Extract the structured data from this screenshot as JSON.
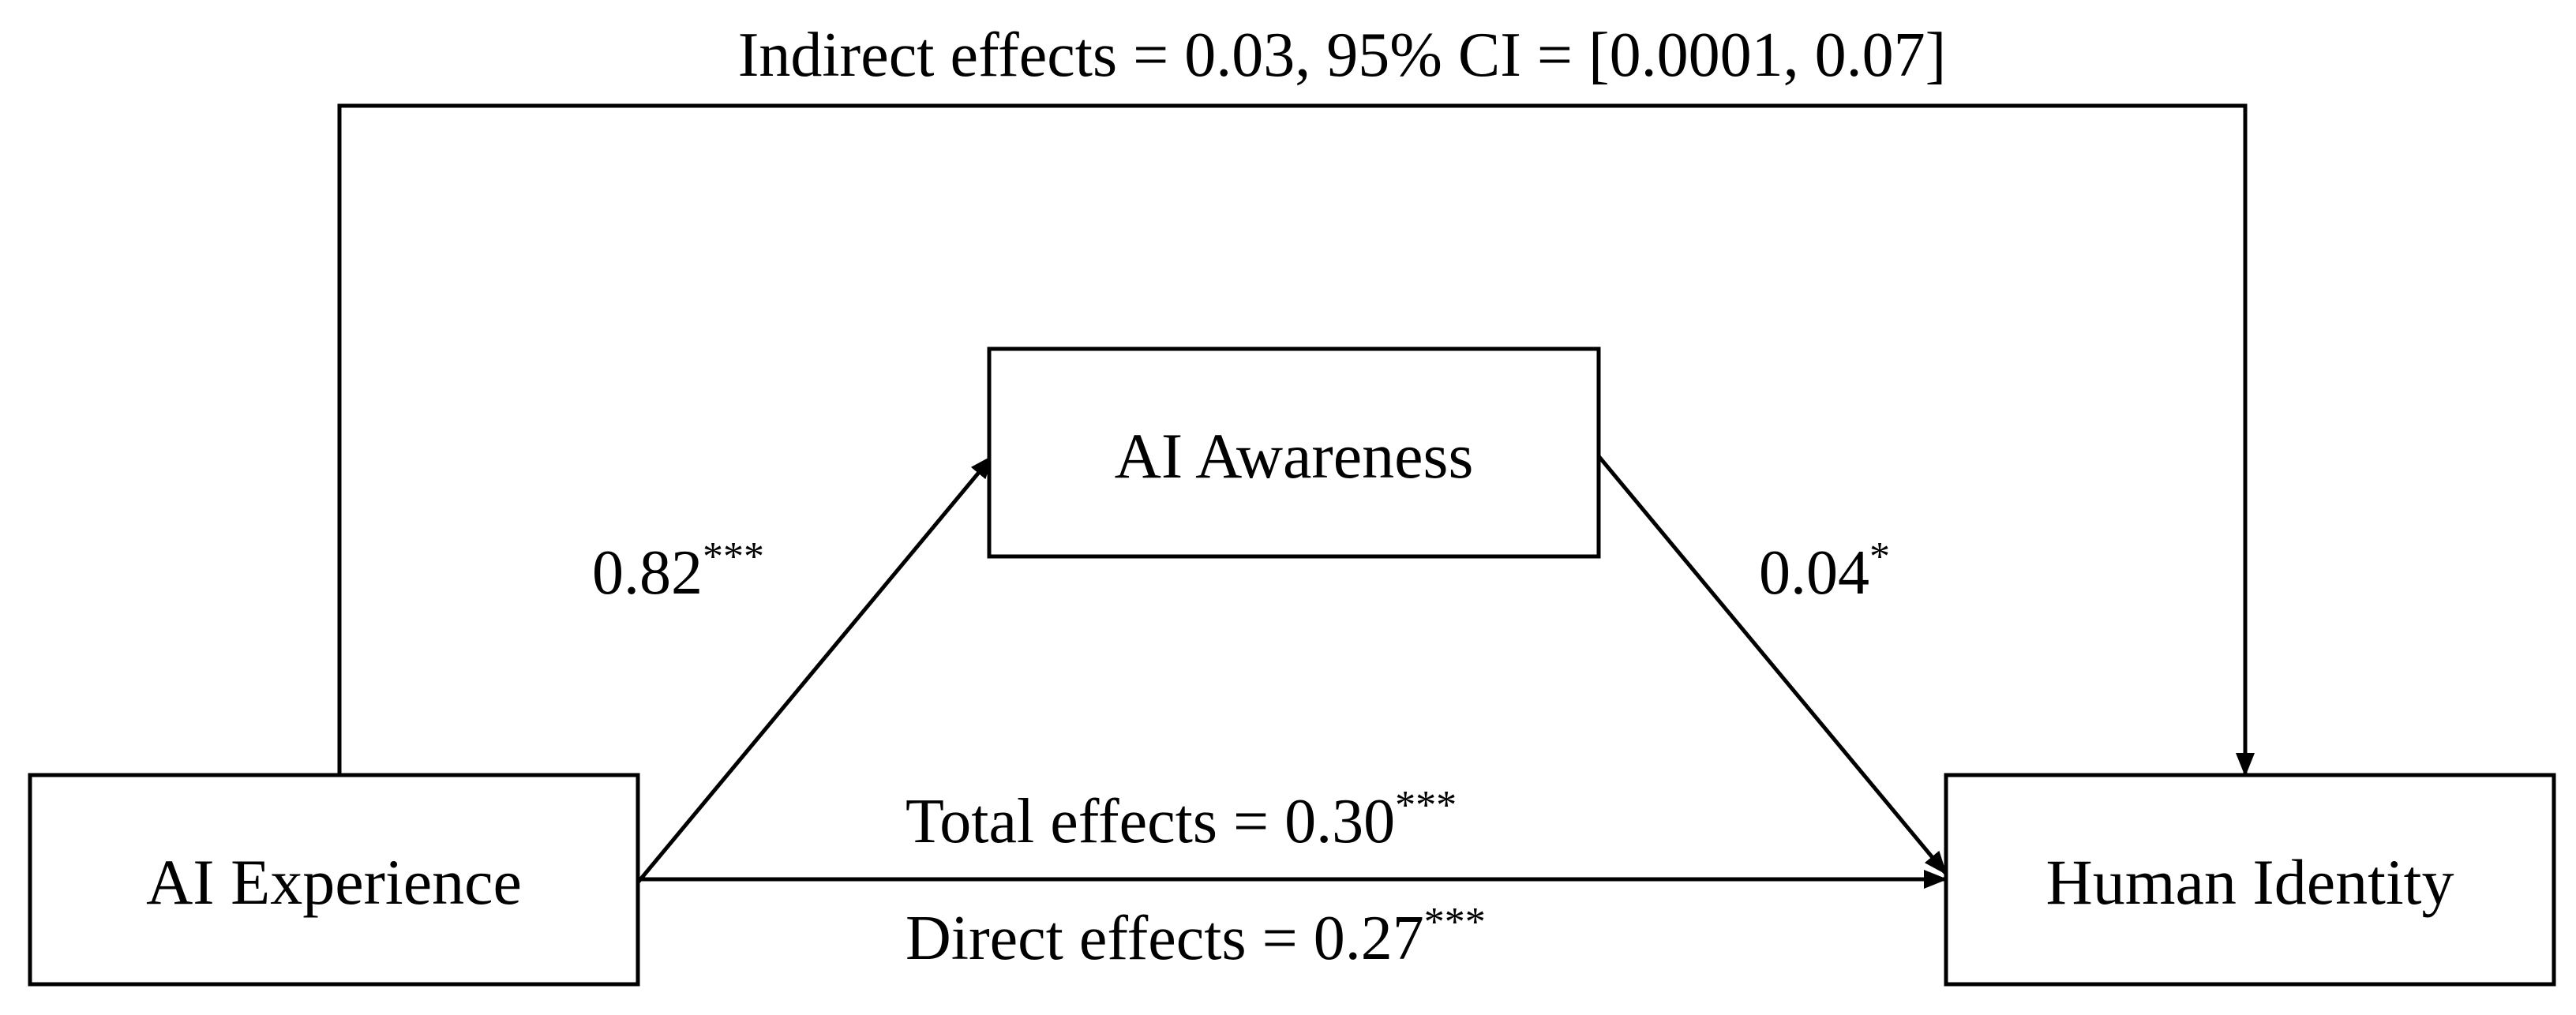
{
  "nodes": {
    "predictor": "AI Experience",
    "mediator": "AI Awareness",
    "outcome": "Human Identity"
  },
  "paths": {
    "a": {
      "value": "0.82",
      "stars": "***"
    },
    "b": {
      "value": "0.04",
      "stars": "*"
    },
    "total": {
      "text": "Total effects = 0.30",
      "stars": "***"
    },
    "direct": {
      "text": "Direct effects = 0.27",
      "stars": "***"
    },
    "indirect": {
      "text": "Indirect effects = 0.03, 95% CI = [0.0001, 0.07]"
    }
  },
  "colors": {
    "stroke": "#000000",
    "background": "#ffffff"
  }
}
